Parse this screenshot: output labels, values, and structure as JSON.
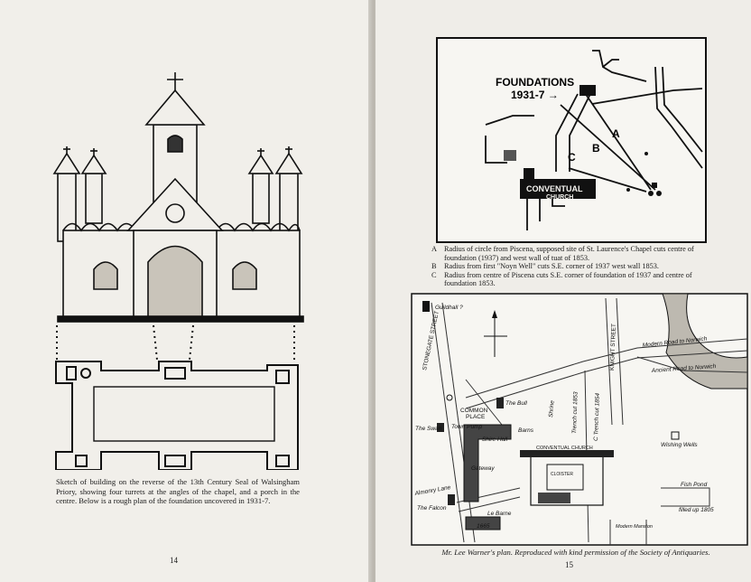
{
  "left_page": {
    "caption": "Sketch of building on the reverse of the 13th Century Seal of Walsingham Priory, showing four turrets at the angles of the chapel, and a porch in the centre. Below is a rough plan of the foundation uncovered in 1931-7.",
    "page_number": "14"
  },
  "right_page": {
    "diagram": {
      "foundations_label": "FOUNDATIONS",
      "foundations_date": "1931-7 →",
      "church_label_1": "CONVENTUAL",
      "church_label_2": "CHURCH",
      "radius_a": "A",
      "radius_b": "B",
      "radius_c": "C"
    },
    "legend": [
      {
        "key": "A",
        "text": "Radius of circle from Piscena, supposed site of St. Laurence's Chapel cuts centre of foundation (1937) and west wall of tuat of 1853."
      },
      {
        "key": "B",
        "text": "Radius from first \"Noyn Well\" cuts S.E. corner of 1937 west wall 1853."
      },
      {
        "key": "C",
        "text": "Radius from centre of Piscena cuts S.E. corner of foundation of 1937 and centre of foundation 1853."
      }
    ],
    "plan": {
      "guildhall": "Guildhall ?",
      "stonegate": "STONEGATE STREET",
      "common_place_1": "COMMON",
      "common_place_2": "PLACE",
      "the_bull": "The Bull",
      "town_pump": "Town Pump",
      "the_swan": "The Swan",
      "shire_hall": "Shire Hall",
      "gateway": "Gateway",
      "barns": "Barns",
      "almonry_lane": "Almonry Lane",
      "the_falcon": "The Falcon",
      "le_barne": "Le Barne",
      "year_1665": "1665",
      "shrine": "Shrine",
      "trench_1853": "Trench cut 1853",
      "trench_1854": "C Trench cut 1854",
      "knight_street": "KNIGHT STREET",
      "modern_road_to_norwich": "Modern Road to Norwich",
      "ancient_road_to_norwich": "Ancient Road to Norwich",
      "conventual_church": "CONVENTUAL CHURCH",
      "cloister": "CLOISTER",
      "wishing_wells": "Wishing Wells",
      "fish_pond": "Fish Pond",
      "filled_up": "filled up 1805",
      "modern_mansion": "Modern Mansion",
      "caption": "Mr. Lee Warner's plan.   Reproduced with kind permission of the Society of Antiquaries."
    },
    "page_number": "15"
  }
}
